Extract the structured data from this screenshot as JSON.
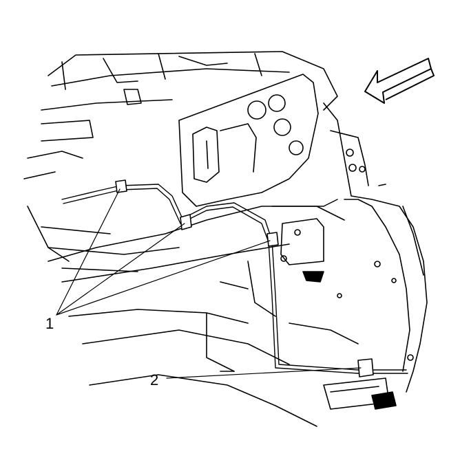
{
  "diagram": {
    "callouts": [
      {
        "id": "1",
        "label": "1"
      },
      {
        "id": "2",
        "label": "2"
      }
    ],
    "direction_arrow": {
      "icon": "forward-arrow-icon"
    },
    "colors": {
      "line": "#000000",
      "background": "#ffffff"
    }
  }
}
